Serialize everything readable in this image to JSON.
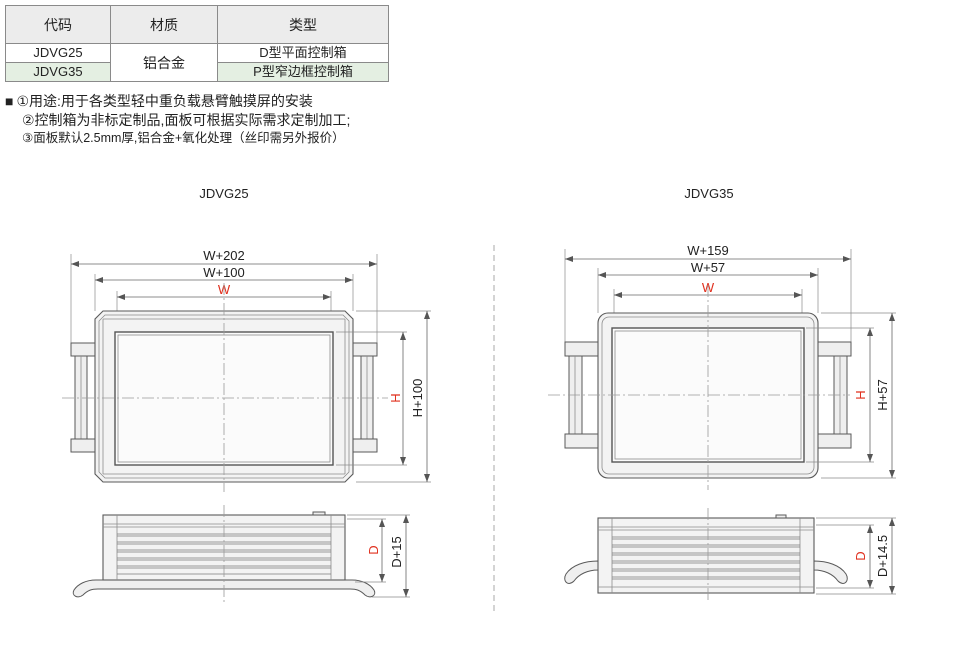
{
  "table": {
    "headers": [
      "代码",
      "材质",
      "类型"
    ],
    "rows": [
      {
        "code": "JDVG25",
        "type": "D型平面控制箱"
      },
      {
        "code": "JDVG35",
        "type": "P型窄边框控制箱"
      }
    ],
    "material": "铝合金"
  },
  "notes": {
    "bullet": "■",
    "items": [
      "①用途:用于各类型轻中重负载悬臂触摸屏的安装",
      "②控制箱为非标定制品,面板可根据实际需求定制加工;",
      "③面板默认2.5mm厚,铝合金+氧化处理（丝印需另外报价）"
    ]
  },
  "drawings": {
    "jdvg25": {
      "title": "JDVG25",
      "dims": {
        "w_outer": "W+202",
        "w_mid": "W+100",
        "w": "W",
        "h": "H",
        "h_outer": "H+100",
        "d": "D",
        "d_outer": "D+15"
      }
    },
    "jdvg35": {
      "title": "JDVG35",
      "dims": {
        "w_outer": "W+159",
        "w_mid": "W+57",
        "w": "W",
        "h": "H",
        "h_outer": "H+57",
        "d": "D",
        "d_outer": "D+14.5"
      }
    }
  },
  "colors": {
    "accent": "#e0301e",
    "line": "#5a5a5a",
    "row_highlight": "#e4efe2",
    "header_bg": "#ececec"
  }
}
